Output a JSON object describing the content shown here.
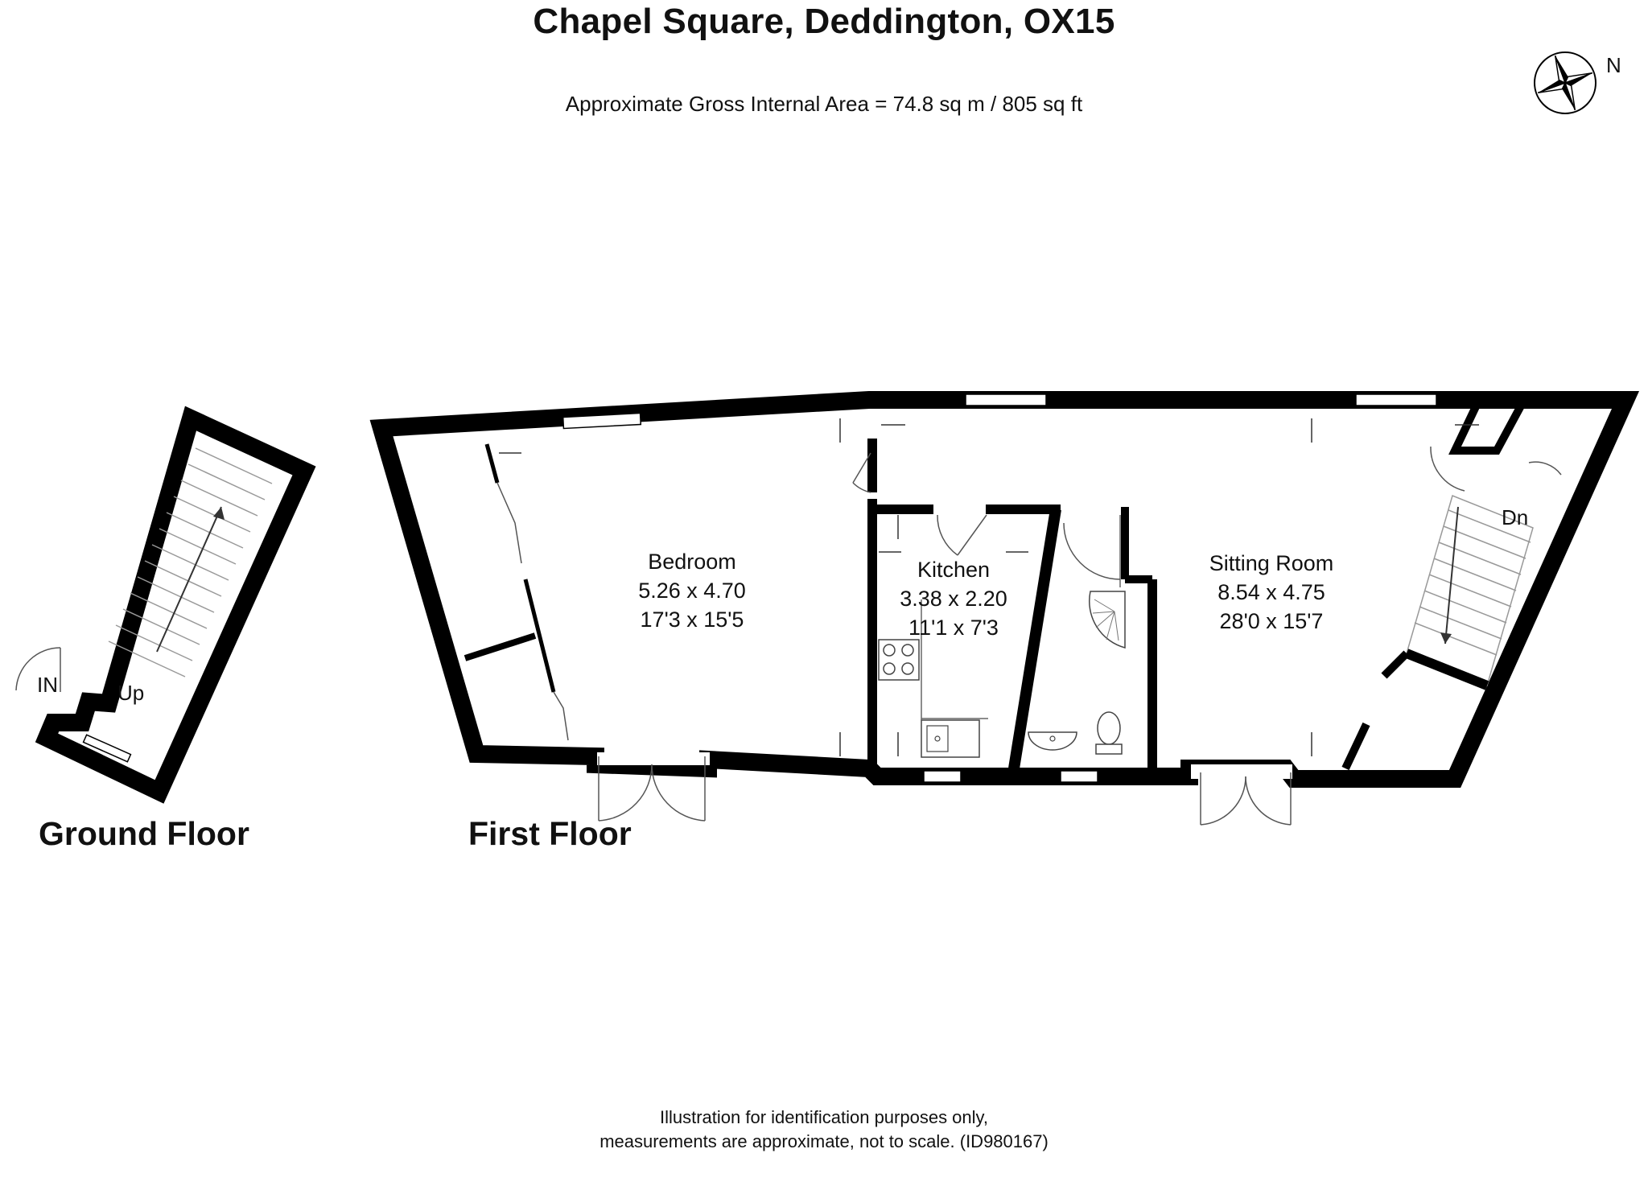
{
  "header": {
    "title": "Chapel Square, Deddington, OX15",
    "area": "Approximate Gross Internal Area = 74.8 sq m / 805 sq ft"
  },
  "compass": {
    "label": "N",
    "icon": "compass-rose-icon"
  },
  "floors": [
    {
      "label": "Ground Floor"
    },
    {
      "label": "First Floor"
    }
  ],
  "ground_floor": {
    "entrance_label": "IN",
    "stairs_label": "Up"
  },
  "rooms": {
    "bedroom": {
      "name": "Bedroom",
      "metric": "5.26 x 4.70",
      "imperial": "17'3 x 15'5"
    },
    "kitchen": {
      "name": "Kitchen",
      "metric": "3.38 x 2.20",
      "imperial": "11'1 x 7'3"
    },
    "sitting_room": {
      "name": "Sitting Room",
      "metric": "8.54 x 4.75",
      "imperial": "28'0 x 15'7"
    }
  },
  "first_floor": {
    "stairs_label": "Dn"
  },
  "footer": {
    "line1": "Illustration for identification purposes only,",
    "line2": "measurements are approximate, not to scale. (ID980167)"
  },
  "colors": {
    "wall": "#000000",
    "fixture": "#444444",
    "background": "#ffffff"
  }
}
